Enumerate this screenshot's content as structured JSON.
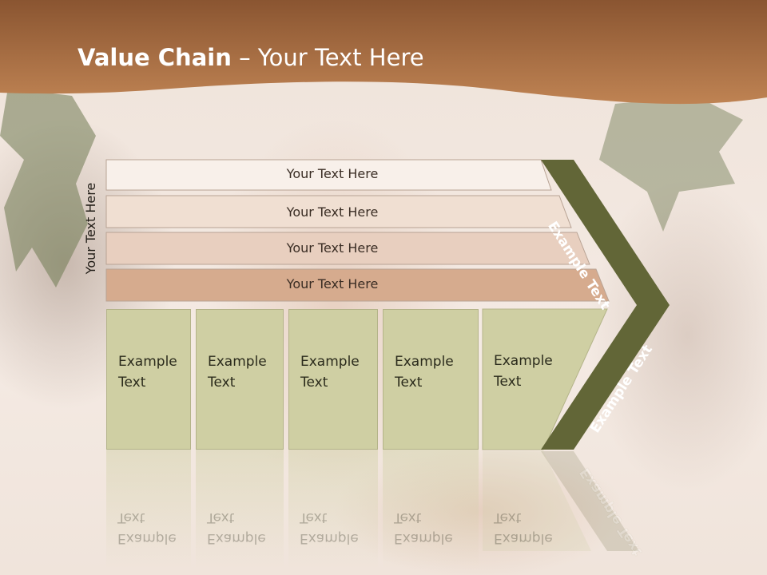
{
  "slide": {
    "title_bold": "Value Chain",
    "title_rest": " – Your Text Here",
    "vertical_label": "Your Text Here",
    "rows": [
      "Your Text Here",
      "Your Text Here",
      "Your Text Here",
      "Your Text Here"
    ],
    "columns": [
      {
        "line1": "Example",
        "line2": "Text"
      },
      {
        "line1": "Example",
        "line2": "Text"
      },
      {
        "line1": "Example",
        "line2": "Text"
      },
      {
        "line1": "Example",
        "line2": "Text"
      },
      {
        "line1": "Example",
        "line2": "Text"
      }
    ],
    "chevron_top_label": "Example Text",
    "chevron_bottom_label": "Example Text"
  },
  "colors": {
    "header_brown": "#a56a3f",
    "row_fills": [
      "#f8f0ea",
      "#f0dfd2",
      "#e8cfbf",
      "#d6ab8e"
    ],
    "column_fill": "#cfcfa3",
    "chevron_fill": "#626637"
  }
}
